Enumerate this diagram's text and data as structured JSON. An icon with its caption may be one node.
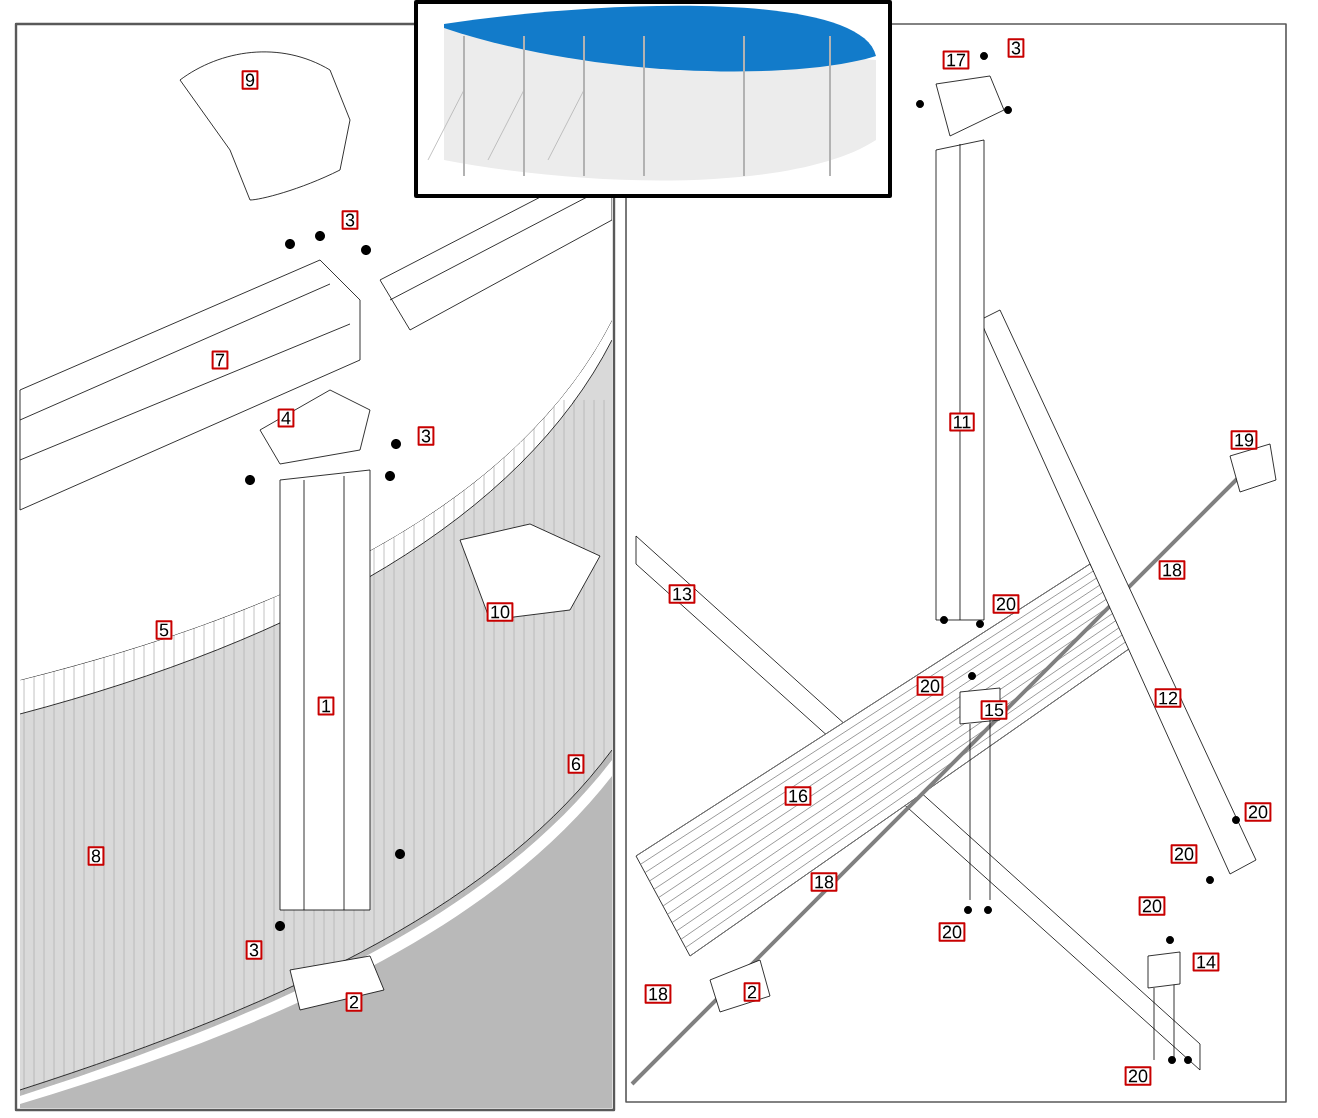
{
  "diagram": {
    "labels": [
      "9",
      "3",
      "7",
      "4",
      "3",
      "10",
      "5",
      "1",
      "6",
      "8",
      "3",
      "2",
      "17",
      "3",
      "11",
      "19",
      "13",
      "20",
      "18",
      "20",
      "15",
      "12",
      "16",
      "20",
      "20",
      "18",
      "20",
      "20",
      "14",
      "18",
      "2",
      "20"
    ]
  }
}
